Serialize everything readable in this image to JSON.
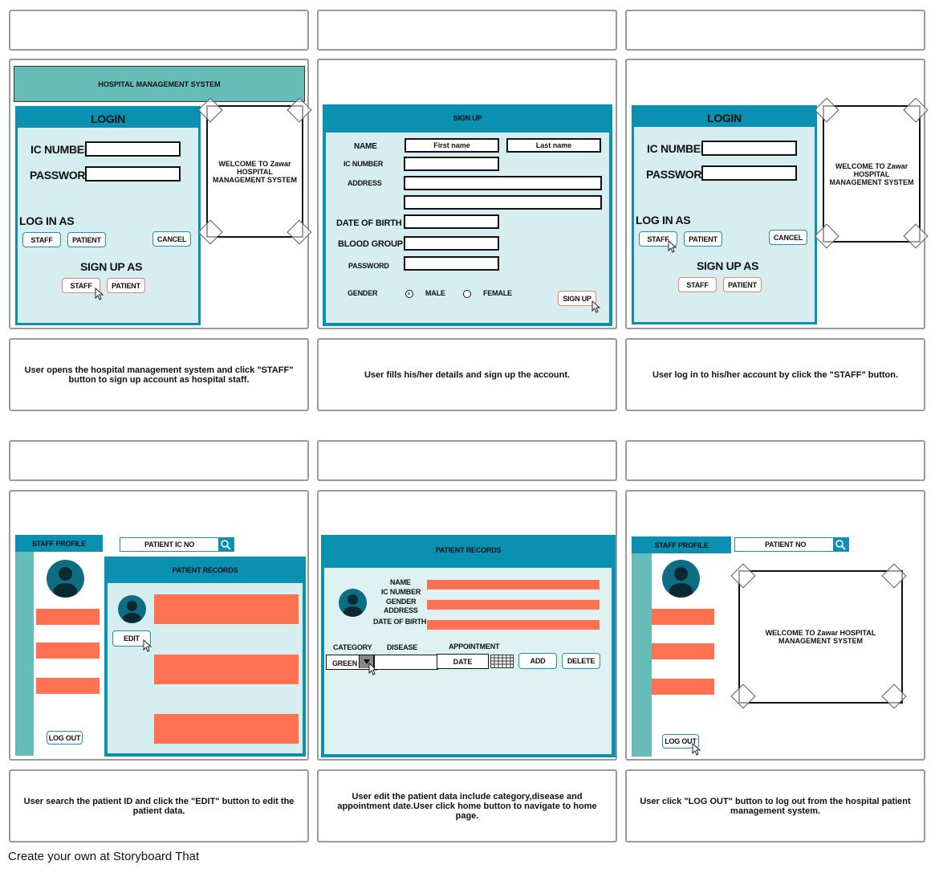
{
  "app_title": "HOSPITAL MANAGEMENT SYSTEM",
  "captions": [
    "User opens the hospital management system and click \"STAFF\" button to sign up account as hospital staff.",
    "User fills his/her details and sign up the account.",
    "User log in to his/her account by click the \"STAFF\" button.",
    "User search the patient ID and click the \"EDIT\" button to edit the patient data.",
    "User edit the patient data include category,disease and appointment date.User click home button to navigate to home page.",
    "User click \"LOG OUT\" button to log out from the hospital patient management system."
  ],
  "login": {
    "title": "LOGIN",
    "ic_label": "IC NUMBER",
    "password_label": "PASSWORD",
    "login_as": "LOG IN AS",
    "staff": "STAFF",
    "patient": "PATIENT",
    "cancel": "CANCEL",
    "signup_as": "SIGN UP AS"
  },
  "welcome": "WELCOME TO Zawar HOSPITAL MANAGEMENT SYSTEM",
  "signup": {
    "title": "SIGN UP",
    "name": "NAME",
    "first_name": "First name",
    "last_name": "Last name",
    "ic_number": "IC NUMBER",
    "address": "ADDRESS",
    "dob": "DATE OF BIRTH",
    "blood": "BLOOD GROUP",
    "password": "PASSWORD",
    "gender": "GENDER",
    "male": "MALE",
    "female": "FEMALE",
    "button": "SIGN UP"
  },
  "profile": {
    "staff_profile": "STAFF PROFILE",
    "search_placeholder": "PATIENT IC NO",
    "search_placeholder_2": "PATIENT NO",
    "patient_records": "PATIENT RECORDS",
    "edit": "EDIT",
    "logout": "LOG OUT"
  },
  "records": {
    "title": "PATIENT RECORDS",
    "name": "NAME",
    "ic": "IC NUMBER",
    "gender": "GENDER",
    "address": "ADDRESS",
    "dob": "DATE OF BIRTH",
    "category": "CATEGORY",
    "disease": "DISEASE",
    "appointment": "APPOINTMENT",
    "category_value": "GREEN",
    "date": "DATE",
    "add": "ADD",
    "delete": "DELETE"
  },
  "footer": "Create your own at Storyboard That"
}
